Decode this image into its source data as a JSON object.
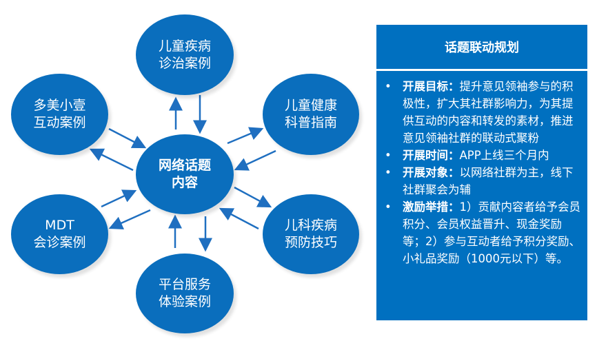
{
  "center": {
    "line1": "网络话题",
    "line2": "内容"
  },
  "nodes": [
    {
      "id": "top",
      "line1": "儿童疾病",
      "line2": "诊治案例"
    },
    {
      "id": "top-left",
      "line1": "多美小壹",
      "line2": "互动案例"
    },
    {
      "id": "top-right",
      "line1": "儿童健康",
      "line2": "科普指南"
    },
    {
      "id": "bottom-left",
      "line1": "MDT",
      "line2": "会诊案例"
    },
    {
      "id": "bottom-right",
      "line1": "儿科疾病",
      "line2": "预防技巧"
    },
    {
      "id": "bottom",
      "line1": "平台服务",
      "line2": "体验案例"
    }
  ],
  "panel": {
    "title": "话题联动规划",
    "items": [
      {
        "label": "开展目标：",
        "text": "提升意见领袖参与的积极性，扩大其社群影响力，为其提供互动的内容和转发的素材，推进意见领袖社群的联动式聚粉"
      },
      {
        "label": "开展时间：",
        "text": "APP上线三个月内"
      },
      {
        "label": "开展对象：",
        "text": "以网络社群为主，线下社群聚会为辅"
      },
      {
        "label": "激励举措：",
        "text": "1）贡献内容者给予会员积分、会员权益晋升、现金奖励等；2）参与互动者给予积分奖励、小礼品奖励（1000元以下）等。"
      }
    ]
  },
  "colors": {
    "node": "#0a6ebd",
    "panel": "#0070c0",
    "arrow": "#1f6fc0"
  }
}
